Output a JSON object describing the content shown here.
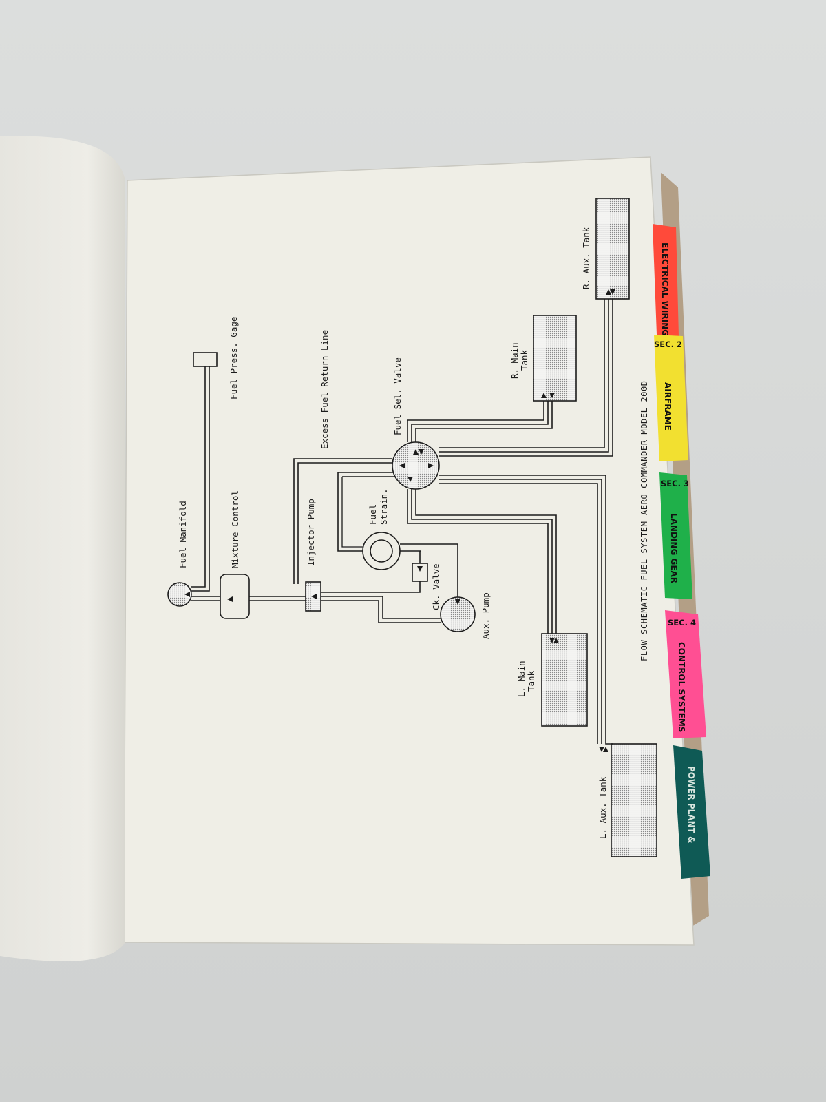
{
  "diagram": {
    "title": "FLOW SCHEMATIC FUEL SYSTEM",
    "model": "AERO COMMANDER MODEL 200D",
    "labels": {
      "fuel_manifold": "Fuel Manifold",
      "mixture_control": "Mixture Control",
      "injector_pump": "Injector Pump",
      "fuel_press_gage": "Fuel Press. Gage",
      "excess_fuel_return_line": "Excess Fuel Return Line",
      "fuel_sel_valve": "Fuel Sel. Valve",
      "fuel_strain_1": "Fuel",
      "fuel_strain_2": "Strain.",
      "ck_valve": "Ck. Valve",
      "aux_pump": "Aux. Pump",
      "r_main_tank_1": "R. Main",
      "r_main_tank_2": "Tank",
      "l_main_tank_1": "L. Main",
      "l_main_tank_2": "Tank",
      "r_aux_tank": "R. Aux. Tank",
      "l_aux_tank": "L. Aux. Tank"
    }
  },
  "tabs": [
    {
      "sec": "",
      "label": "ELECTRICAL WIRING",
      "color": "#ff4a3a"
    },
    {
      "sec": "SEC. 2",
      "label": "AIRFRAME",
      "color": "#f2e030"
    },
    {
      "sec": "SEC. 3",
      "label": "LANDING GEAR",
      "color": "#1fb04a"
    },
    {
      "sec": "SEC. 4",
      "label": "CONTROL SYSTEMS",
      "color": "#ff4f93"
    },
    {
      "sec": "",
      "label": "POWER PLANT &",
      "color": "#0f5a55"
    }
  ],
  "colors": {
    "background": "#d6d8d7",
    "page": "#efeee6",
    "ink": "#1c1c1c"
  }
}
